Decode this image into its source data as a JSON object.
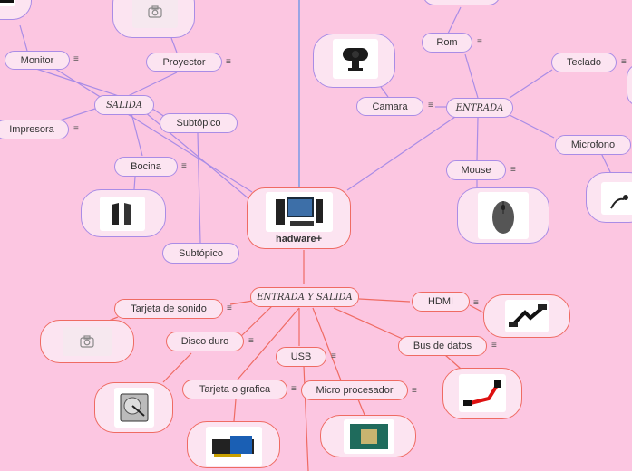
{
  "central": {
    "label": "hadware+",
    "icon": "computer-icon"
  },
  "salida": {
    "label": "SALIDA",
    "items": {
      "monitor": "Monitor",
      "proyector": "Proyector",
      "impresora": "Impresora",
      "bocina": "Bocina",
      "subtopico": "Subtópico"
    }
  },
  "entrada": {
    "label": "ENTRADA",
    "items": {
      "rom": "Rom",
      "camara": "Camara",
      "teclado": "Teclado",
      "microfono": "Microfono",
      "mouse": "Mouse"
    }
  },
  "entrada_salida": {
    "label": "ENTRADA Y SALIDA",
    "items": {
      "tarjeta_sonido": "Tarjeta de sonido",
      "disco_duro": "Disco duro",
      "usb": "USB",
      "tarjeta_grafica": "Tarjeta o grafica",
      "micro_procesador": "Micro procesador",
      "hdmi": "HDMI",
      "bus_datos": "Bus de datos"
    }
  },
  "subtopico_central": "Subtópico",
  "menu_glyph": "≡",
  "colors": {
    "background": "#fcc6e1",
    "node_fill": "#fce4f1",
    "purple": "#a98ce6",
    "red": "#ef6b63",
    "blue": "#5b8fe6"
  }
}
